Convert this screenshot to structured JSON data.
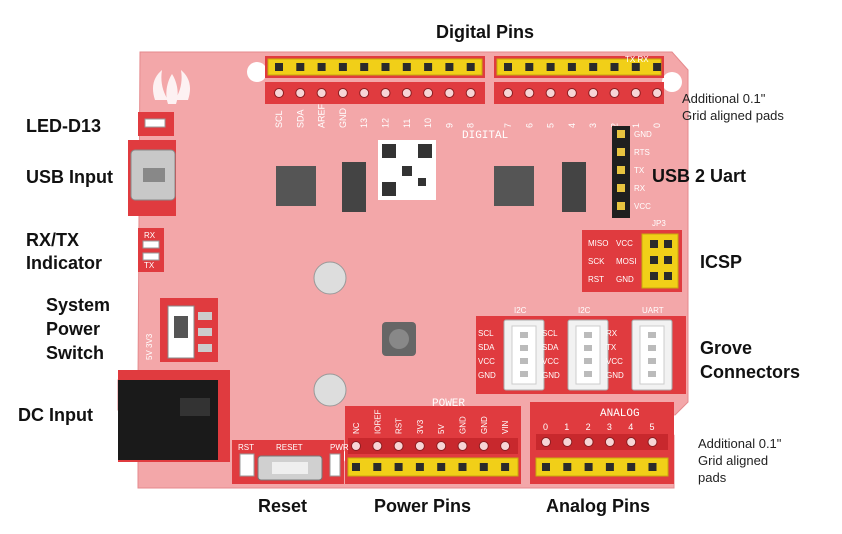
{
  "labels": {
    "digital_pins": "Digital Pins",
    "led_d13": "LED-D13",
    "usb_input": "USB Input",
    "rxtx_line1": "RX/TX",
    "rxtx_line2": "Indicator",
    "sys_line1": "System",
    "sys_line2": "Power",
    "sys_line3": "Switch",
    "dc_input": "DC Input",
    "reset": "Reset",
    "power_pins": "Power Pins",
    "analog_pins": "Analog Pins",
    "usb2uart": "USB 2 Uart",
    "icsp": "ICSP",
    "grove_line1": "Grove",
    "grove_line2": "Connectors",
    "pads_top_line1": "Additional 0.1\"",
    "pads_top_line2": "Grid aligned pads",
    "pads_bot_line1": "Additional 0.1\"",
    "pads_bot_line2": "Grid aligned",
    "pads_bot_line3": "pads"
  },
  "silkscreen": {
    "digital": "DIGITAL",
    "power": "POWER",
    "analog": "ANALOG",
    "digital_left_pins": [
      "SCL",
      "SDA",
      "AREF",
      "GND",
      "13",
      "12",
      "11",
      "10",
      "9",
      "8"
    ],
    "digital_right_pins": [
      "7",
      "6",
      "5",
      "4",
      "3",
      "2",
      "1",
      "0"
    ],
    "tx_rx": [
      "TX",
      "RX"
    ],
    "uart_header_pins": [
      "GND",
      "RTS",
      "TX",
      "RX",
      "VCC"
    ],
    "jp3": "JP3",
    "icsp_pins": [
      "MISO",
      "VCC",
      "SCK",
      "MOSI",
      "RST",
      "GND"
    ],
    "power_pins": [
      "NC",
      "IOREF",
      "RST",
      "3V3",
      "5V",
      "GND",
      "GND",
      "VIN"
    ],
    "analog_pins": [
      "0",
      "1",
      "2",
      "3",
      "4",
      "5"
    ],
    "grove_left_pins": [
      "SCL",
      "SDA",
      "VCC",
      "GND"
    ],
    "grove_mid_pins": [
      "SCL",
      "SDA",
      "VCC",
      "GND"
    ],
    "grove_right_pins": [
      "RX",
      "TX",
      "VCC",
      "GND"
    ],
    "grove_titles": [
      "I2C",
      "I2C",
      "UART"
    ],
    "rx": "RX",
    "tx": "TX",
    "rst": "RST",
    "reset": "RESET",
    "pwr": "PWR",
    "volt_switch": "5V 3V3"
  },
  "colors": {
    "board": "#f3a7a9",
    "board_dark": "#e03b3f",
    "header_body": "#f1cf18",
    "header_pin": "#2b2b2b",
    "silk": "#ffffff"
  }
}
